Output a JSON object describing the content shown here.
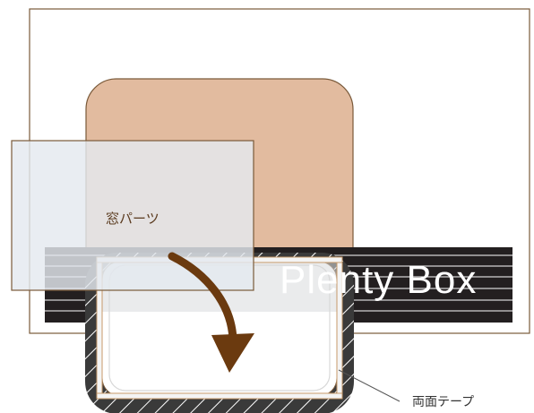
{
  "labels": {
    "window_part": "窓パーツ",
    "brand": "Plenty Box",
    "double_sided_tape": "両面テープ"
  },
  "colors": {
    "outline": "#7a5a3a",
    "card_fill": "#e2bb9f",
    "stripe_band": "#231f20",
    "arrow": "#6b3a0f",
    "window_fill": "#e4e9ef"
  }
}
